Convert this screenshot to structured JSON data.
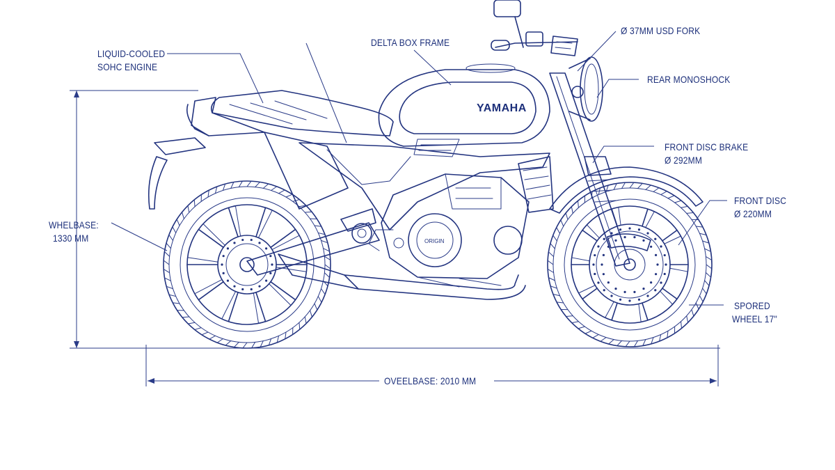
{
  "brand": {
    "tank_logo": "YAMAHA",
    "engine_cover": "ORIGIN"
  },
  "labels": {
    "engine": [
      "LIQUID-COOLED",
      "SOHC ENGINE"
    ],
    "frame": "DELTA BOX FRAME",
    "fork": "Ø 37MM USD FORK",
    "shock": "REAR MONOSHOCK",
    "front_brake": [
      "FRONT DISC BRAKE",
      "Ø 292MM"
    ],
    "front_disc": [
      "FRONT DISC",
      "Ø 220MM"
    ],
    "wheel": [
      "SPORED",
      "WHEEL 17\""
    ],
    "wheelbase": [
      "WHELBASE:",
      "1330 MM"
    ],
    "overall": "OVEELBASE: 2010 MM"
  },
  "colors": {
    "ink": "#22337f",
    "paper": "#ffffff"
  }
}
